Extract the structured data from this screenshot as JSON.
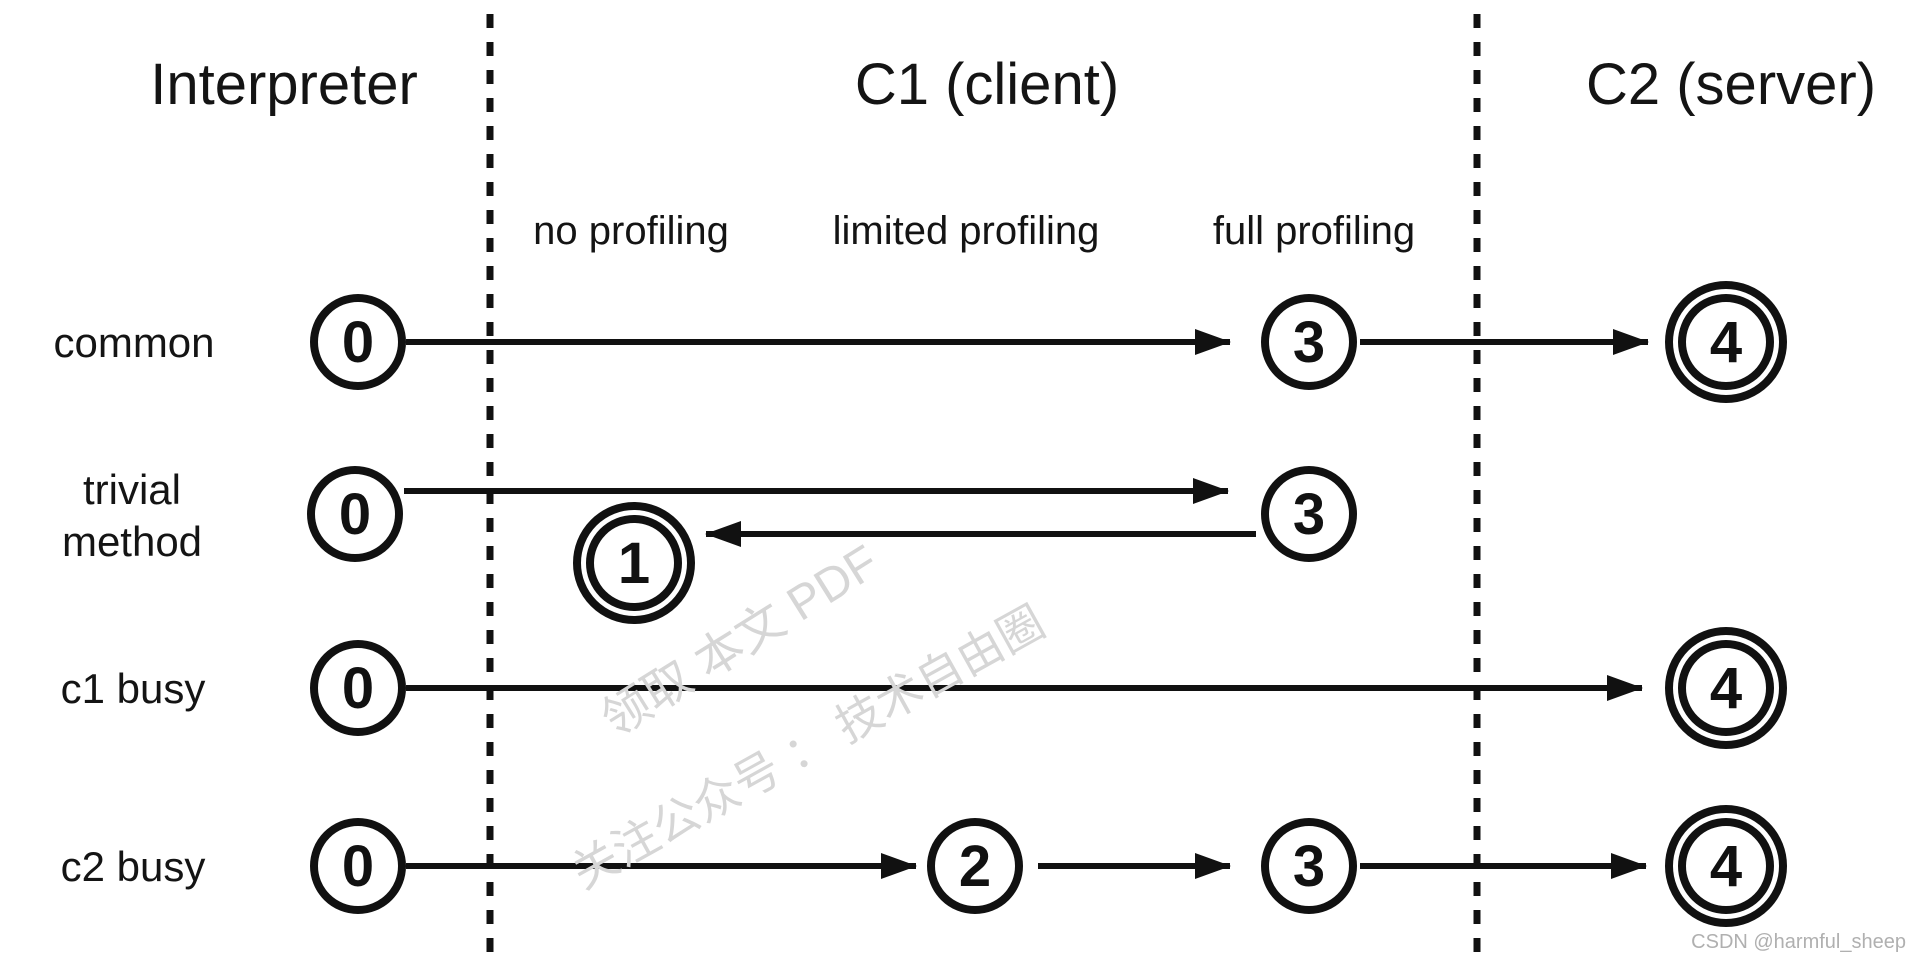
{
  "columns": [
    {
      "id": "interpreter",
      "title": "Interpreter"
    },
    {
      "id": "c1",
      "title": "C1 (client)",
      "sublabels": [
        "no profiling",
        "limited profiling",
        "full profiling"
      ]
    },
    {
      "id": "c2",
      "title": "C2 (server)"
    }
  ],
  "rows": [
    {
      "label_lines": [
        "common"
      ],
      "nodes": [
        {
          "value": "0",
          "style": "single"
        },
        {
          "value": "3",
          "style": "single"
        },
        {
          "value": "4",
          "style": "double"
        }
      ],
      "transitions": [
        "0→3",
        "3→4"
      ]
    },
    {
      "label_lines": [
        "trivial",
        "method"
      ],
      "nodes": [
        {
          "value": "0",
          "style": "single"
        },
        {
          "value": "3",
          "style": "single"
        },
        {
          "value": "1",
          "style": "double"
        }
      ],
      "transitions": [
        "0→3",
        "3→1"
      ]
    },
    {
      "label_lines": [
        "c1 busy"
      ],
      "nodes": [
        {
          "value": "0",
          "style": "single"
        },
        {
          "value": "4",
          "style": "double"
        }
      ],
      "transitions": [
        "0→4"
      ]
    },
    {
      "label_lines": [
        "c2 busy"
      ],
      "nodes": [
        {
          "value": "0",
          "style": "single"
        },
        {
          "value": "2",
          "style": "single"
        },
        {
          "value": "3",
          "style": "single"
        },
        {
          "value": "4",
          "style": "double"
        }
      ],
      "transitions": [
        "0→2",
        "2→3",
        "3→4"
      ]
    }
  ],
  "watermarks": {
    "line1": "领取 本文 PDF",
    "line2": "关注公众号 ： 技术自由圈"
  },
  "credit": "CSDN @harmful_sheep",
  "colors": {
    "ink": "#111111",
    "watermark": "#d6d6d6",
    "credit": "#b0b0b0",
    "background": "#ffffff"
  }
}
